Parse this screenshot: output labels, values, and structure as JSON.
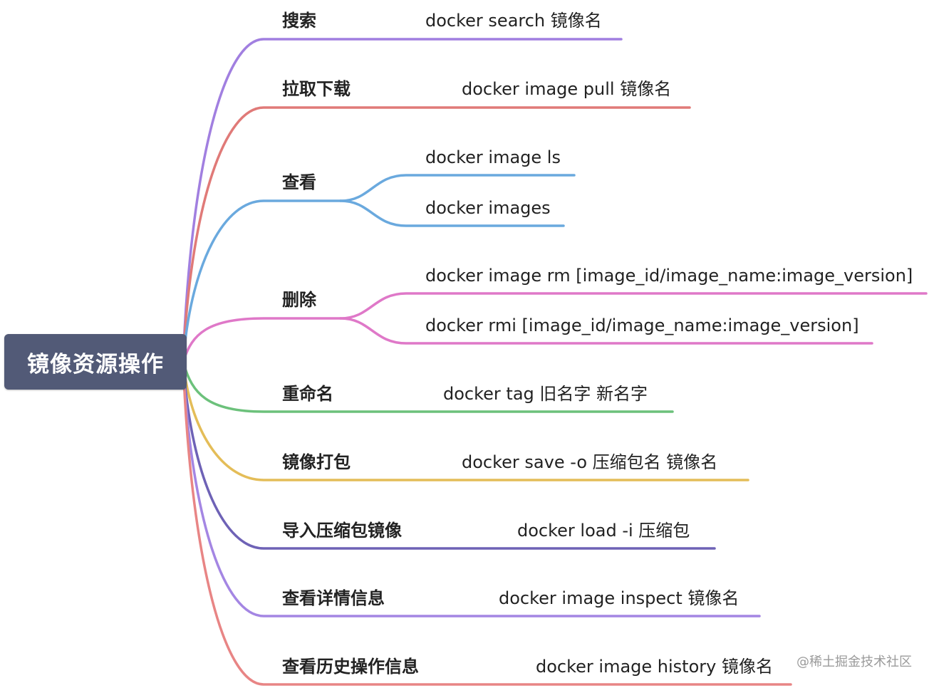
{
  "root": {
    "label": "镜像资源操作",
    "color": "#525a77"
  },
  "branches": [
    {
      "label": "搜索",
      "color": "#a17fe0",
      "leaves": [
        "docker search 镜像名"
      ]
    },
    {
      "label": "拉取下载",
      "color": "#e07a78",
      "leaves": [
        "docker image pull 镜像名"
      ]
    },
    {
      "label": "查看",
      "color": "#6aa9de",
      "leaves": [
        "docker image ls",
        "docker images"
      ]
    },
    {
      "label": "删除",
      "color": "#df78c8",
      "leaves": [
        "docker image rm [image_id/image_name:image_version]",
        "docker rmi [image_id/image_name:image_version]"
      ]
    },
    {
      "label": "重命名",
      "color": "#6cc17b",
      "leaves": [
        "docker tag 旧名字 新名字"
      ]
    },
    {
      "label": "镜像打包",
      "color": "#e4bd58",
      "leaves": [
        "docker save -o 压缩包名 镜像名"
      ]
    },
    {
      "label": "导入压缩包镜像",
      "color": "#6e62b6",
      "leaves": [
        "docker load -i 压缩包"
      ]
    },
    {
      "label": "查看详情信息",
      "color": "#a486e3",
      "leaves": [
        "docker image inspect 镜像名"
      ]
    },
    {
      "label": "查看历史操作信息",
      "color": "#e88585",
      "leaves": [
        "docker image history 镜像名"
      ]
    }
  ],
  "watermark": "@稀土掘金技术社区"
}
